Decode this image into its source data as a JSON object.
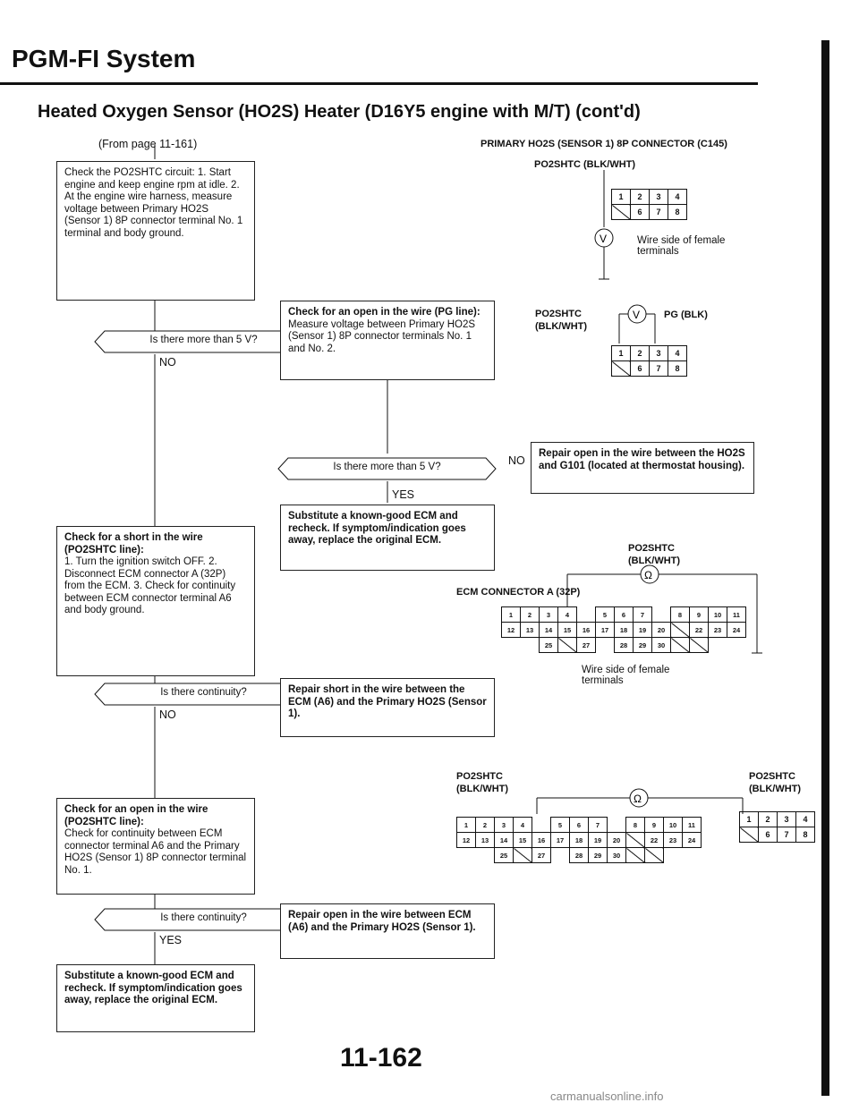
{
  "header": {
    "title": "PGM-FI System",
    "subtitle": "Heated Oxygen Sensor (HO2S) Heater (D16Y5 engine with M/T) (cont'd)",
    "from_page": "(From page 11-161)"
  },
  "connector_top": {
    "title": "PRIMARY HO2S (SENSOR 1) 8P CONNECTOR (C145)",
    "wire_label": "PO2SHTC (BLK/WHT)",
    "wire_side_note": "Wire side of female terminals",
    "pins_row1": [
      "1",
      "2",
      "3",
      "4"
    ],
    "pins_row2": [
      "",
      "6",
      "7",
      "8"
    ]
  },
  "connector_mid": {
    "wire_label": "PO2SHTC (BLK/WHT)",
    "pg_label": "PG (BLK)"
  },
  "connector_ecm": {
    "title": "ECM CONNECTOR A (32P)",
    "wire_label": "PO2SHTC (BLK/WHT)",
    "wire_side_note": "Wire side of female terminals"
  },
  "connector_bottom": {
    "wire_label_left": "PO2SHTC (BLK/WHT)",
    "wire_label_right": "PO2SHTC (BLK/WHT)"
  },
  "flow": {
    "step1": "Check the PO2SHTC circuit: 1. Start engine and keep engine rpm at idle. 2. At the engine wire harness, measure voltage between Primary HO2S (Sensor 1) 8P connector terminal No. 1 terminal and body ground.",
    "q1": "Is there more than 5 V?",
    "pg_check_title": "Check for an open in the wire (PG line):",
    "pg_check_body": "Measure voltage between Primary HO2S (Sensor 1) 8P connector terminals No. 1 and No. 2.",
    "q2": "Is there more than 5 V?",
    "repair1": "Repair open in the wire between the HO2S and G101 (located at thermostat housing).",
    "substitute1": "Substitute a known-good ECM and recheck. If symptom/indication goes away, replace the original ECM.",
    "short_check_title": "Check for a short in the wire (PO2SHTC line):",
    "short_check_body": "1. Turn the ignition switch OFF. 2. Disconnect ECM connector A (32P) from the ECM. 3. Check for continuity between ECM connector terminal A6 and body ground.",
    "q3": "Is there continuity?",
    "repair2": "Repair short in the wire between the ECM (A6) and the Primary HO2S (Sensor 1).",
    "open_check_title": "Check for an open in the wire (PO2SHTC line):",
    "open_check_body": "Check for continuity between ECM connector terminal A6 and the Primary HO2S (Sensor 1) 8P connector terminal No. 1.",
    "q4": "Is there continuity?",
    "repair3": "Repair open in the wire between ECM (A6) and the Primary HO2S (Sensor 1).",
    "substitute2": "Substitute a known-good ECM and recheck. If symptom/indication goes away, replace the original ECM.",
    "yes": "YES",
    "no": "NO"
  },
  "footer": {
    "page_number": "11-162",
    "watermark": "carmanualsonline.info"
  }
}
